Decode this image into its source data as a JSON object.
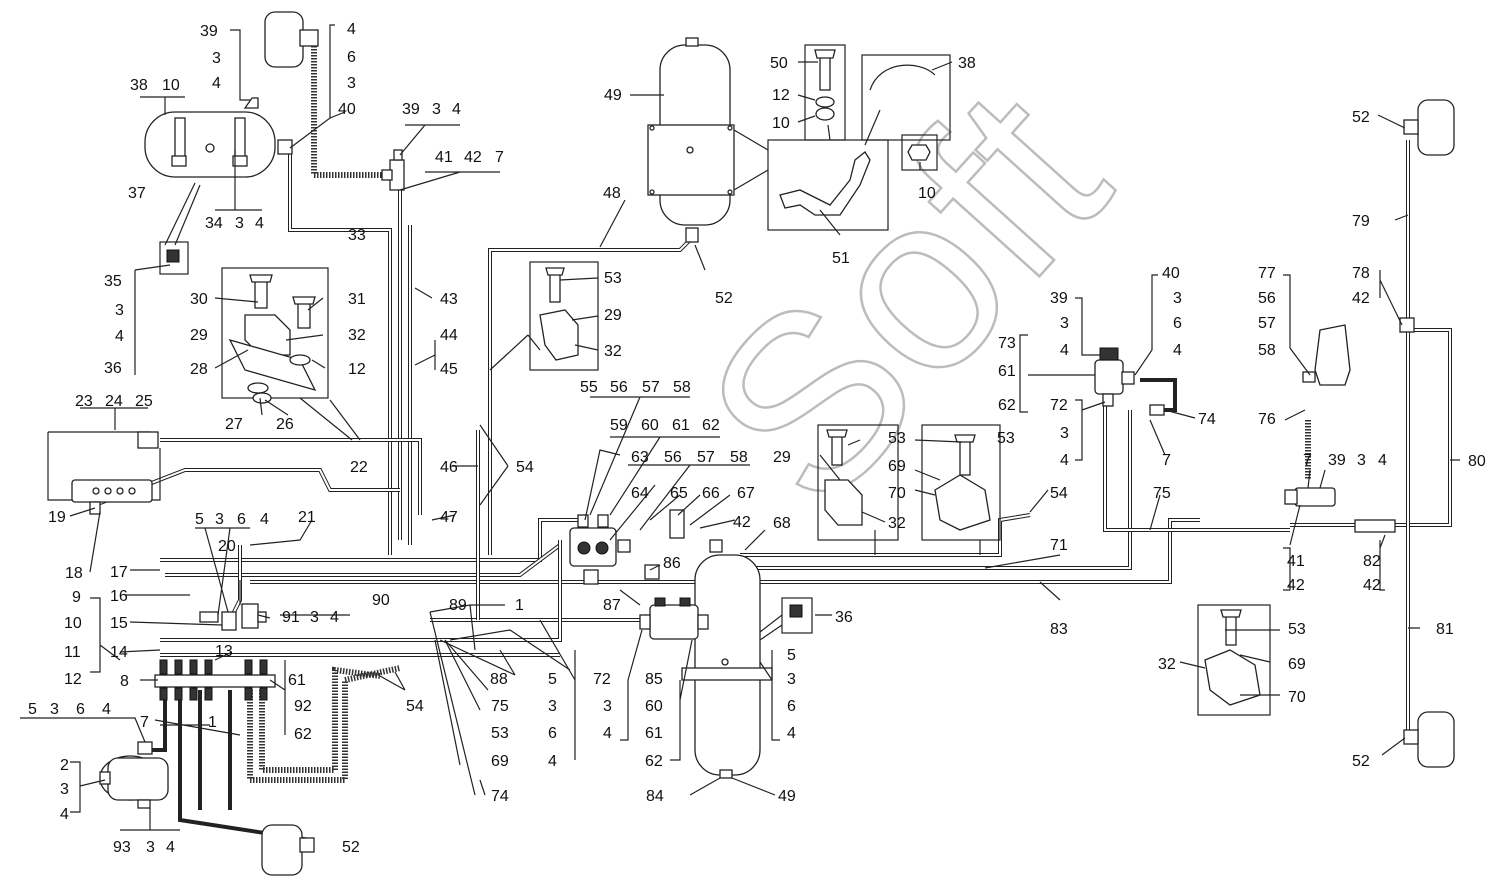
{
  "watermark": "Soft",
  "labels": {
    "l39a": "39",
    "l3a": "3",
    "l4a": "4",
    "l38a": "38",
    "l10a": "10",
    "l37": "37",
    "l34": "34",
    "l3b": "3",
    "l4b": "4",
    "l4c": "4",
    "l6c": "6",
    "l3c": "3",
    "l40a": "40",
    "l39b": "39",
    "l3d": "3",
    "l4d": "4",
    "l41a": "41",
    "l42a": "42",
    "l7a": "7",
    "l33": "33",
    "l35": "35",
    "l3e": "3",
    "l4e": "4",
    "l36a": "36",
    "l30": "30",
    "l31": "31",
    "l29a": "29",
    "l32a": "32",
    "l28": "28",
    "l12a": "12",
    "l27": "27",
    "l26": "26",
    "l43": "43",
    "l44": "44",
    "l45": "45",
    "l46": "46",
    "l47": "47",
    "l22": "22",
    "l23": "23",
    "l24": "24",
    "l25": "25",
    "l19": "19",
    "l18": "18",
    "l21": "21",
    "l5a": "5",
    "l3f": "3",
    "l6f": "6",
    "l4f": "4",
    "l20": "20",
    "l17": "17",
    "l16": "16",
    "l15": "15",
    "l9": "9",
    "l10b": "10",
    "l11": "11",
    "l12b": "12",
    "l14": "14",
    "l13": "13",
    "l8": "8",
    "l7b": "7",
    "l1a": "1",
    "l91": "91",
    "l3g": "3",
    "l4g": "4",
    "l90": "90",
    "l61a": "61",
    "l92": "92",
    "l62a": "62",
    "l5b": "5",
    "l3h": "3",
    "l6h": "6",
    "l4h": "4",
    "l2": "2",
    "l3i": "3",
    "l4i": "4",
    "l93": "93",
    "l3j": "3",
    "l4j": "4",
    "l52a": "52",
    "l54a": "54",
    "l49a": "49",
    "l48": "48",
    "l52b": "52",
    "l50": "50",
    "l12c": "12",
    "l10c": "10",
    "l38b": "38",
    "l10d": "10",
    "l51": "51",
    "l53a": "53",
    "l29b": "29",
    "l32b": "32",
    "l54b": "54",
    "l55": "55",
    "l56a": "56",
    "l57a": "57",
    "l58a": "58",
    "l59": "59",
    "l60a": "60",
    "l61b": "61",
    "l62b": "62",
    "l63": "63",
    "l56b": "56",
    "l57b": "57",
    "l58b": "58",
    "l64": "64",
    "l65": "65",
    "l66": "66",
    "l67": "67",
    "l42b": "42",
    "l68": "68",
    "l86": "86",
    "l87": "87",
    "l89": "89",
    "l1b": "1",
    "l88": "88",
    "l75a": "75",
    "l53b": "53",
    "l69a": "69",
    "l74a": "74",
    "l5c": "5",
    "l3k": "3",
    "l6k": "6",
    "l4k": "4",
    "l72a": "72",
    "l3l": "3",
    "l4l": "4",
    "l85": "85",
    "l60b": "60",
    "l61c": "61",
    "l62c": "62",
    "l5d": "5",
    "l3m": "3",
    "l6m": "6",
    "l4m": "4",
    "l36b": "36",
    "l84": "84",
    "l49b": "49",
    "l29c": "29",
    "l53c": "53",
    "l32c": "32",
    "l53d": "53",
    "l69b": "69",
    "l70a": "70",
    "l54c": "54",
    "l71": "71",
    "l83": "83",
    "l73": "73",
    "l61d": "61",
    "l62d": "62",
    "l39c": "39",
    "l3n": "3",
    "l4n": "4",
    "l72b": "72",
    "l3o": "3",
    "l4o": "4",
    "l40b": "40",
    "l3p": "3",
    "l6p": "6",
    "l4p": "4",
    "l74b": "74",
    "l7c": "7",
    "l75b": "75",
    "l77": "77",
    "l56c": "56",
    "l57c": "57",
    "l58c": "58",
    "l76": "76",
    "l7d": "7",
    "l39d": "39",
    "l3q": "3",
    "l4q": "4",
    "l41b": "41",
    "l42c": "42",
    "l82": "82",
    "l42d": "42",
    "l53e": "53",
    "l32d": "32",
    "l69c": "69",
    "l70b": "70",
    "l52c": "52",
    "l79": "79",
    "l78": "78",
    "l42e": "42",
    "l80": "80",
    "l81": "81",
    "l52d": "52"
  }
}
